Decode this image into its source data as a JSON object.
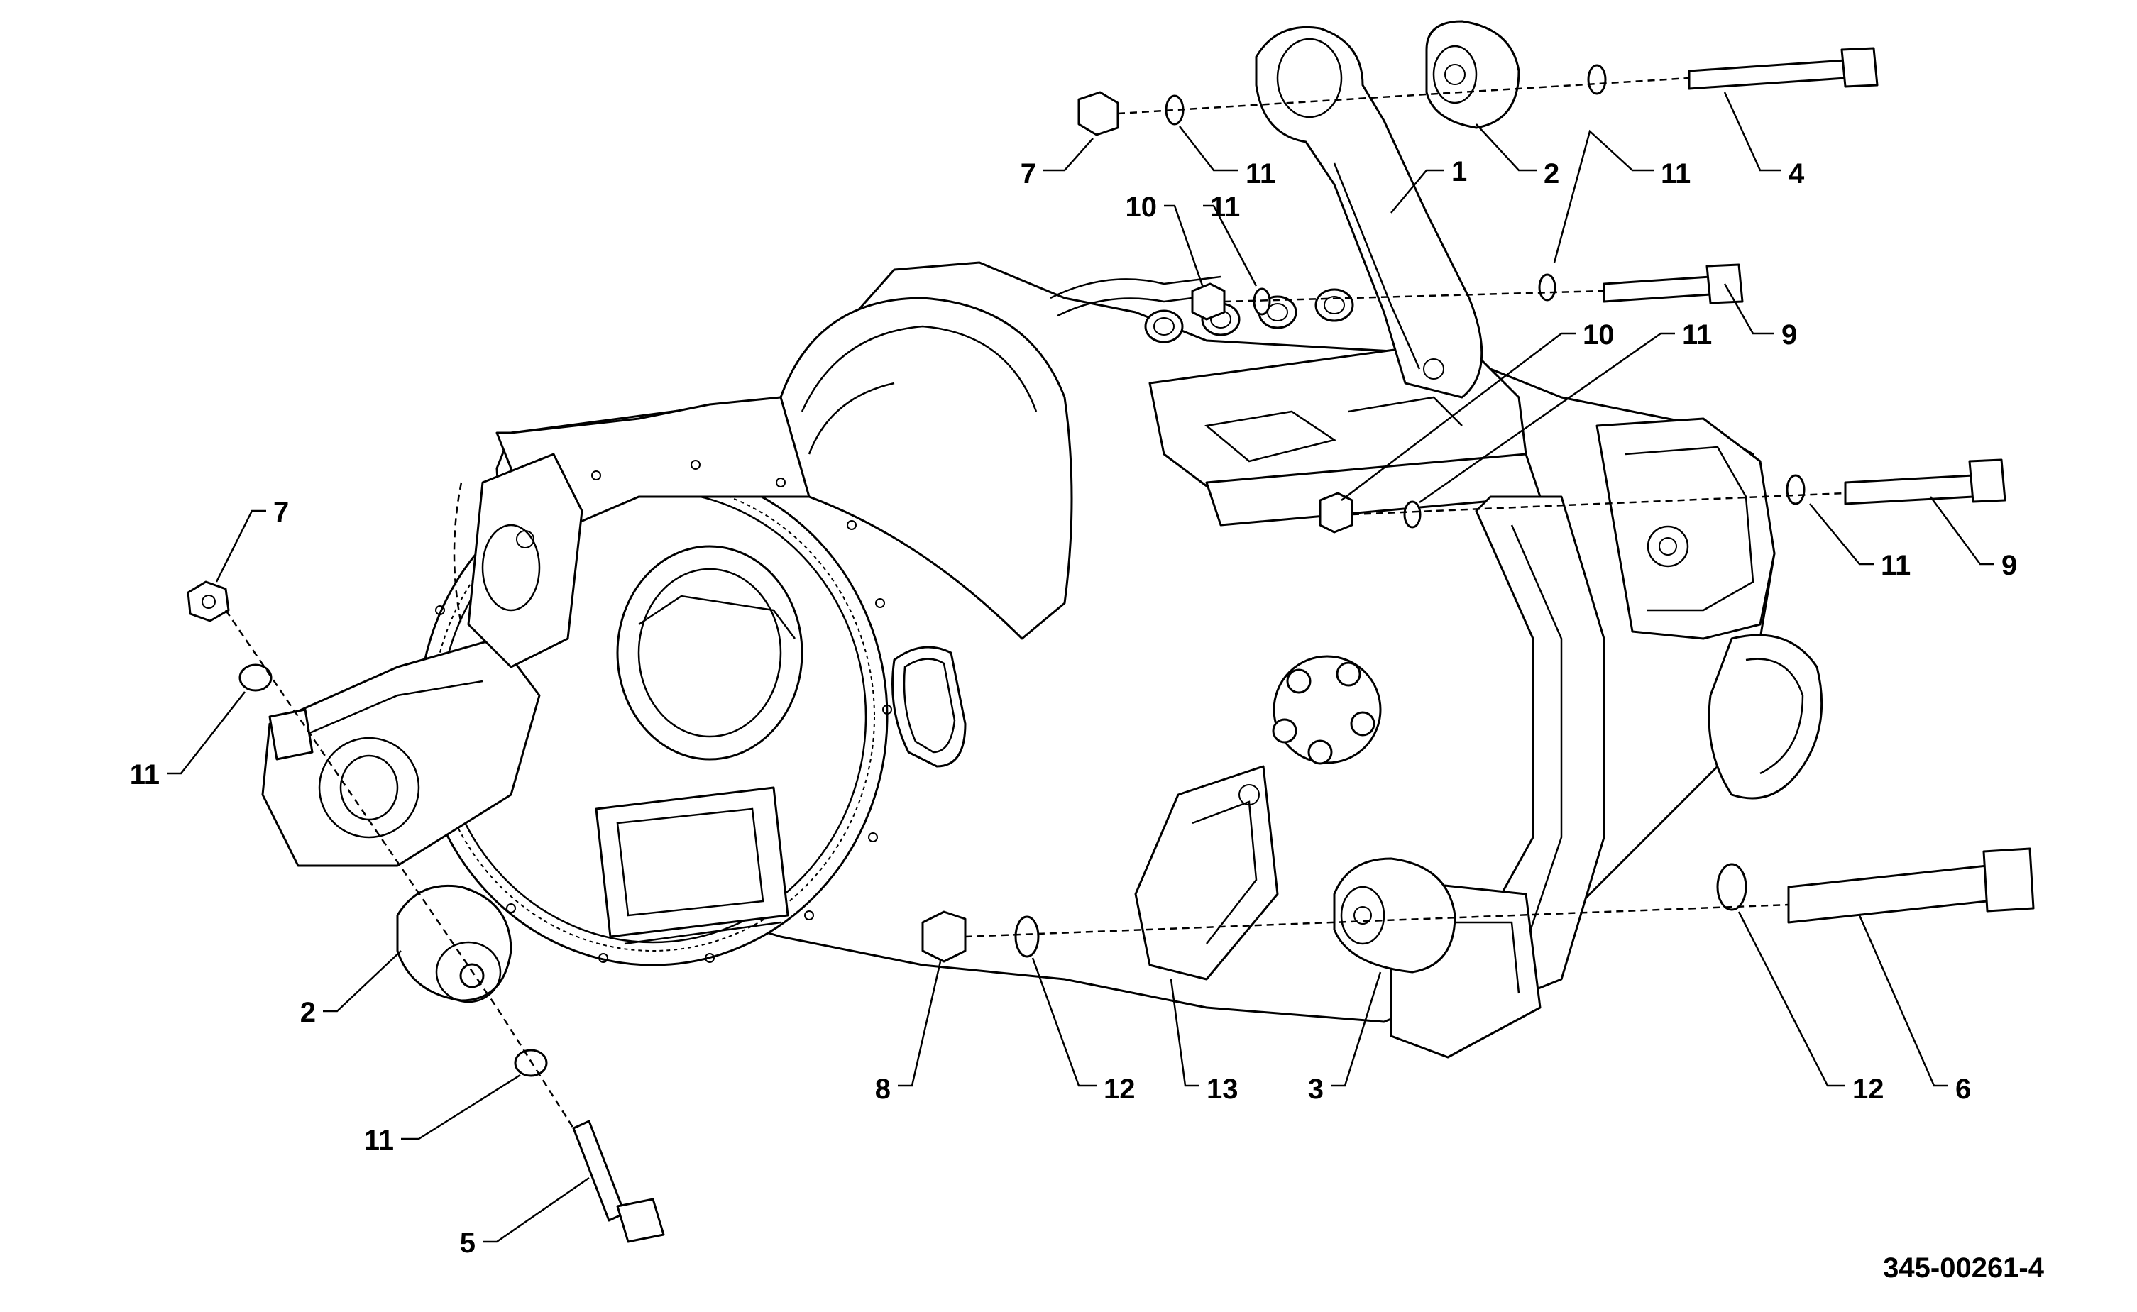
{
  "drawing_number": "345-00261-4",
  "callouts": [
    {
      "id": "c1",
      "text": "1"
    },
    {
      "id": "c2a",
      "text": "2"
    },
    {
      "id": "c2b",
      "text": "2"
    },
    {
      "id": "c3",
      "text": "3"
    },
    {
      "id": "c4",
      "text": "4"
    },
    {
      "id": "c5",
      "text": "5"
    },
    {
      "id": "c6",
      "text": "6"
    },
    {
      "id": "c7a",
      "text": "7"
    },
    {
      "id": "c7b",
      "text": "7"
    },
    {
      "id": "c8",
      "text": "8"
    },
    {
      "id": "c9a",
      "text": "9"
    },
    {
      "id": "c9b",
      "text": "9"
    },
    {
      "id": "c10a",
      "text": "10"
    },
    {
      "id": "c10b",
      "text": "10"
    },
    {
      "id": "c11a",
      "text": "11"
    },
    {
      "id": "c11b",
      "text": "11"
    },
    {
      "id": "c11c",
      "text": "11"
    },
    {
      "id": "c11d",
      "text": "11"
    },
    {
      "id": "c11e",
      "text": "11"
    },
    {
      "id": "c11f",
      "text": "11"
    },
    {
      "id": "c11g",
      "text": "11"
    },
    {
      "id": "c12a",
      "text": "12"
    },
    {
      "id": "c12b",
      "text": "12"
    },
    {
      "id": "c13",
      "text": "13"
    }
  ]
}
